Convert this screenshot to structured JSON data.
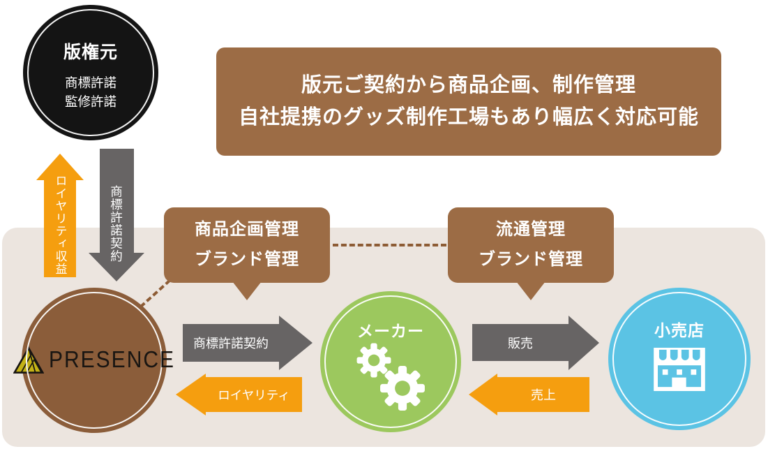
{
  "colors": {
    "brown": "#9C6C45",
    "brown_circle": "#8B5D3A",
    "orange": "#F59E0F",
    "gray": "#676464",
    "green": "#9CC85E",
    "blue": "#5BC3E4",
    "beige_panel": "#ECE5DF",
    "black_circle": "#141414",
    "logo_yellow": "#C4B216",
    "dotted_line": "#8D5C35"
  },
  "note_box": {
    "line1": "版元ご契約から商品企画、制作管理",
    "line2": "自社提携のグッズ制作工場もあり幅広く対応可能"
  },
  "licensor": {
    "title": "版権元",
    "sub1": "商標許諾",
    "sub2": "監修許諾"
  },
  "vertical_flows": {
    "royalty_income": "ロイヤリティ収益",
    "trademark_license_contract": "商標許諾契約"
  },
  "bubbles": {
    "left": {
      "line1": "商品企画管理",
      "line2": "ブランド管理"
    },
    "right": {
      "line1": "流通管理",
      "line2": "ブランド管理"
    }
  },
  "entities": {
    "presence": "PRESENCE",
    "maker": "メーカー",
    "retail": "小売店"
  },
  "flows": {
    "license_contract": "商標許諾契約",
    "royalty": "ロイヤリティ",
    "sales": "販売",
    "revenue": "売上"
  },
  "icons": {
    "presence_logo": "triangle-logo-icon",
    "maker": "gear-icon",
    "retail": "store-icon"
  }
}
